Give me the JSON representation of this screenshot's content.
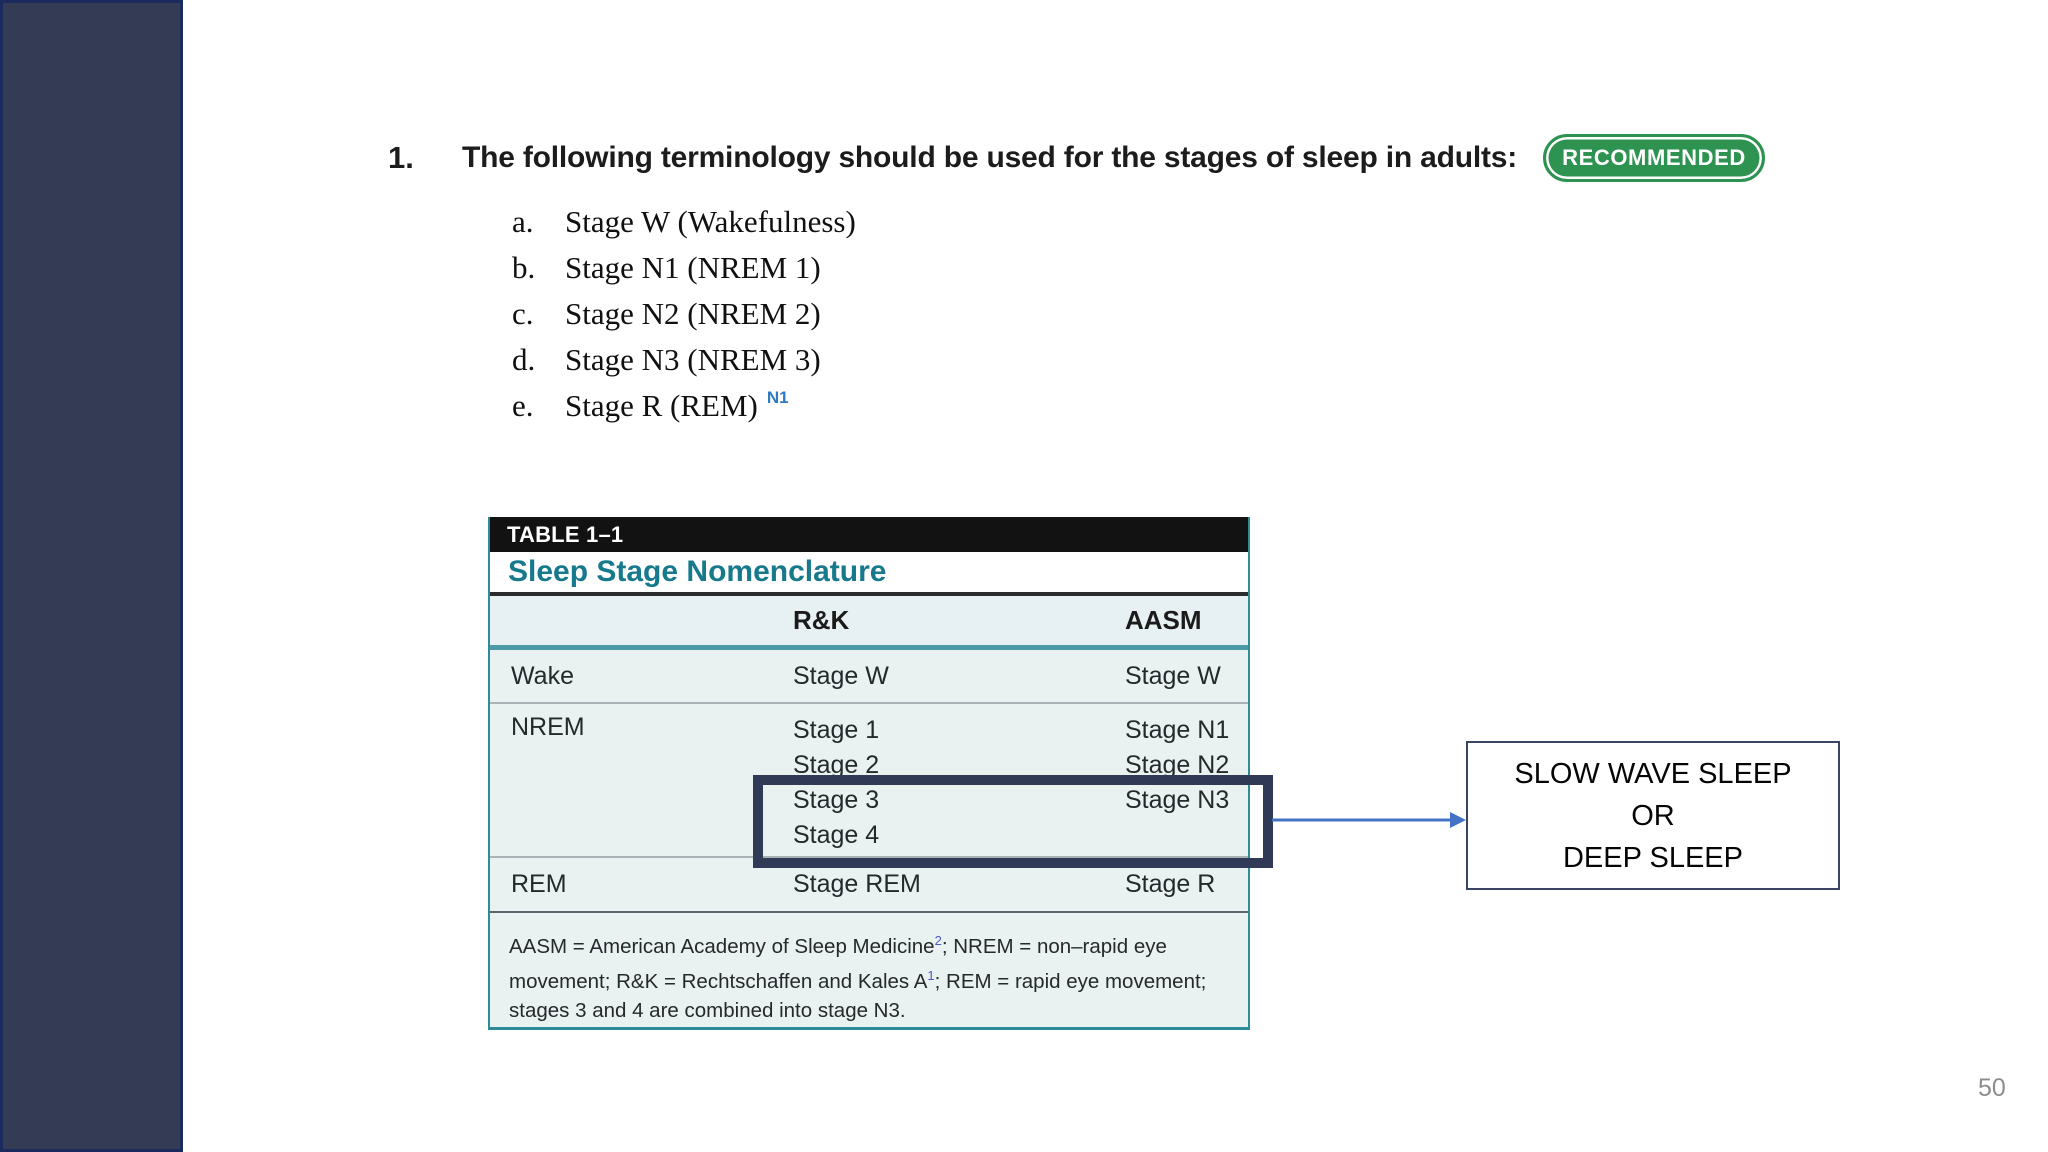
{
  "page": {
    "number": "50"
  },
  "heading": {
    "number": "1.",
    "text": "The following terminology should be used for the stages of sleep in adults:",
    "badge_label": "RECOMMENDED"
  },
  "list": {
    "items": [
      {
        "marker": "a.",
        "text": "Stage W (Wakefulness)",
        "superscript": ""
      },
      {
        "marker": "b.",
        "text": "Stage N1 (NREM 1)",
        "superscript": ""
      },
      {
        "marker": "c.",
        "text": "Stage N2 (NREM 2)",
        "superscript": ""
      },
      {
        "marker": "d.",
        "text": "Stage N3 (NREM 3)",
        "superscript": ""
      },
      {
        "marker": "e.",
        "text": "Stage R (REM)",
        "superscript": "N1"
      }
    ]
  },
  "table": {
    "label": "TABLE 1–1",
    "title": "Sleep Stage Nomenclature",
    "columns": [
      "",
      "R&K",
      "AASM"
    ],
    "rows": [
      {
        "category": "Wake",
        "rk": [
          "Stage W"
        ],
        "aasm": [
          "Stage W"
        ]
      },
      {
        "category": "NREM",
        "rk": [
          "Stage 1",
          "Stage 2",
          "Stage 3",
          "Stage 4"
        ],
        "aasm": [
          "Stage N1",
          "Stage N2",
          "Stage N3"
        ]
      },
      {
        "category": "REM",
        "rk": [
          "Stage REM"
        ],
        "aasm": [
          "Stage R"
        ]
      }
    ],
    "footnote_segments": [
      {
        "text": "AASM = American Academy of Sleep Medicine"
      },
      {
        "sup": "2"
      },
      {
        "text": "; NREM = non–rapid eye movement; R&K = Rechtschaffen and Kales A"
      },
      {
        "sup": "1"
      },
      {
        "text": "; REM = rapid eye movement; stages 3 and 4 are combined into stage N3."
      }
    ]
  },
  "callout": {
    "lines": [
      "SLOW WAVE SLEEP",
      "OR",
      "DEEP SLEEP"
    ]
  },
  "colors": {
    "sidebar-fill": "#343B55",
    "sidebar-border": "#1B2A5C",
    "badge-green": "#2E9351",
    "teal-text": "#17798C",
    "table-teal": "#2E8C99",
    "teal-rule": "#4C9AA5",
    "header-bg": "#E7F0F3",
    "row-bg": "#E9F1F1",
    "highlight-navy": "#303A56",
    "arrow-blue": "#4472C4",
    "callout-border": "#3A4563",
    "ref-blue": "#2F7BC3",
    "ref-purple": "#4A5AC5"
  }
}
